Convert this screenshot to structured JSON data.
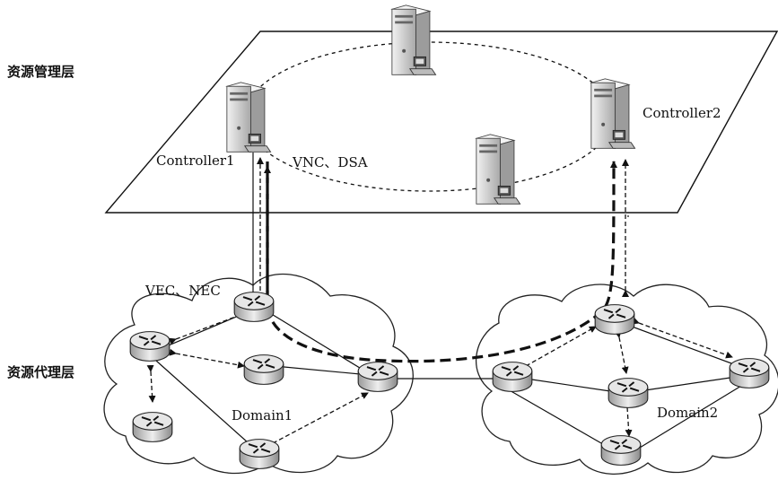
{
  "layers": {
    "management": "资源管理层",
    "agent": "资源代理层"
  },
  "controllers": {
    "c1": "Controller1",
    "c2": "Controller2"
  },
  "annotations": {
    "vnc_dsa": "VNC、DSA",
    "vec_nec": "VEC、NEC"
  },
  "domains": {
    "d1": "Domain1",
    "d2": "Domain2"
  },
  "icons": {
    "server": "server-tower-icon",
    "router": "router-icon"
  },
  "colors": {
    "line": "#111111",
    "router_body": "#d9d9d9",
    "server_body": "#d0d0d0"
  }
}
